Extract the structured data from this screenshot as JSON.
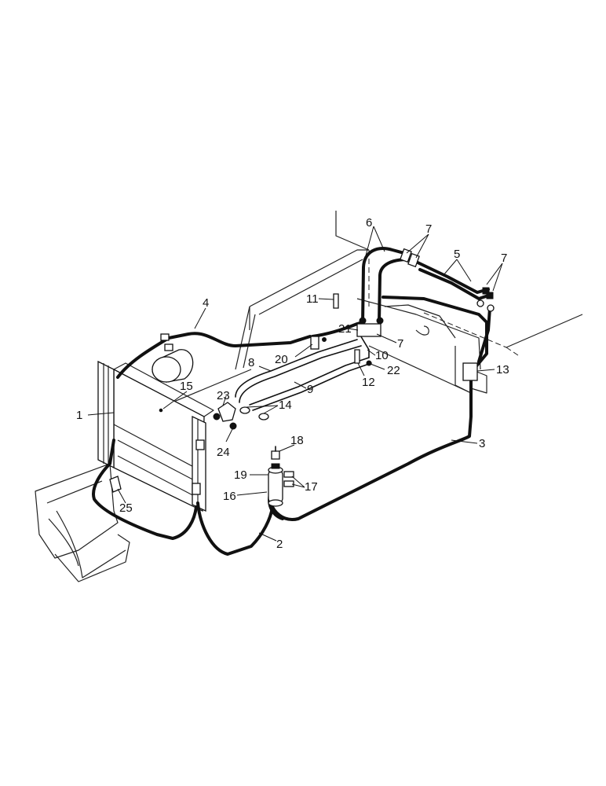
{
  "callouts": [
    {
      "id": "c1",
      "text": "1"
    },
    {
      "id": "c2",
      "text": "2"
    },
    {
      "id": "c3",
      "text": "3"
    },
    {
      "id": "c4",
      "text": "4"
    },
    {
      "id": "c5",
      "text": "5"
    },
    {
      "id": "c6",
      "text": "6"
    },
    {
      "id": "c7a",
      "text": "7"
    },
    {
      "id": "c7b",
      "text": "7"
    },
    {
      "id": "c7c",
      "text": "7"
    },
    {
      "id": "c8",
      "text": "8"
    },
    {
      "id": "c9",
      "text": "9"
    },
    {
      "id": "c10",
      "text": "10"
    },
    {
      "id": "c11",
      "text": "11"
    },
    {
      "id": "c12",
      "text": "12"
    },
    {
      "id": "c13",
      "text": "13"
    },
    {
      "id": "c14",
      "text": "14"
    },
    {
      "id": "c15",
      "text": "15"
    },
    {
      "id": "c16",
      "text": "16"
    },
    {
      "id": "c17",
      "text": "17"
    },
    {
      "id": "c18",
      "text": "18"
    },
    {
      "id": "c19",
      "text": "19"
    },
    {
      "id": "c20",
      "text": "20"
    },
    {
      "id": "c21",
      "text": "21"
    },
    {
      "id": "c22",
      "text": "22"
    },
    {
      "id": "c23",
      "text": "23"
    },
    {
      "id": "c24",
      "text": "24"
    },
    {
      "id": "c25",
      "text": "25"
    }
  ]
}
